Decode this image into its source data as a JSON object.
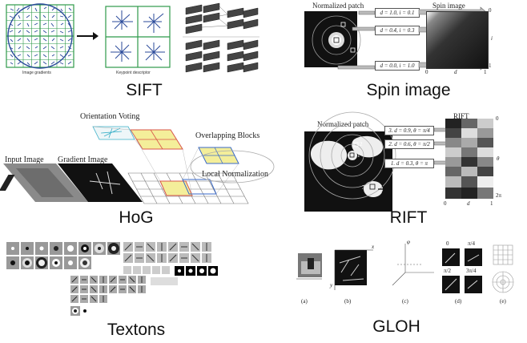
{
  "titles": {
    "sift": "SIFT",
    "spin": "Spin image",
    "hog": "HoG",
    "rift": "RIFT",
    "textons": "Textons",
    "gloh": "GLOH"
  },
  "sift": {
    "left_caption": "Image gradients",
    "right_caption": "Keypoint descriptor"
  },
  "spin": {
    "patch_label": "Normalized patch",
    "image_label": "Spin image",
    "box1": "d = 1.0, i = 0.1",
    "box2": "d = 0.4, i = 0.3",
    "box3": "d = 0.0, i = 1.0",
    "axis_top": "0",
    "axis_bottom": "1",
    "axis_i": "i",
    "axis_left": "0",
    "axis_d": "d",
    "axis_right": "1"
  },
  "hog": {
    "orientation_voting": "Orientation Voting",
    "overlapping_blocks": "Overlapping Blocks",
    "input_image": "Input Image",
    "gradient_image": "Gradient Image",
    "local_normalization": "Local Normalization"
  },
  "rift": {
    "patch_label": "Normalized patch",
    "rift_label": "RIFT",
    "box3": "3. d = 0.9,  θ = π/4",
    "box2": "2. d = 0.6,  θ = π/2",
    "box1": "1. d = 0.3,  θ = π",
    "axis_top": "0",
    "axis_theta": "θ",
    "axis_bottom": "2π",
    "axis_left": "0",
    "axis_d": "d",
    "axis_right": "1",
    "pt1": "1",
    "pt2": "2",
    "pt3": "3"
  },
  "gloh": {
    "label_a": "(a)",
    "label_b": "(b)",
    "label_c": "(c)",
    "label_d": "(d)",
    "label_e": "(e)",
    "q0": "0",
    "q1": "π/4",
    "q2": "π/2",
    "q3": "3π/4",
    "axis_x": "x",
    "axis_y": "y",
    "axis_phi": "φ"
  },
  "colors": {
    "sift_green": "#2e9a4a",
    "sift_blue": "#2a4a9a",
    "hog_yellow": "#e8d84a",
    "hog_red": "#d8554a",
    "hog_cyan": "#3ab0c8"
  }
}
